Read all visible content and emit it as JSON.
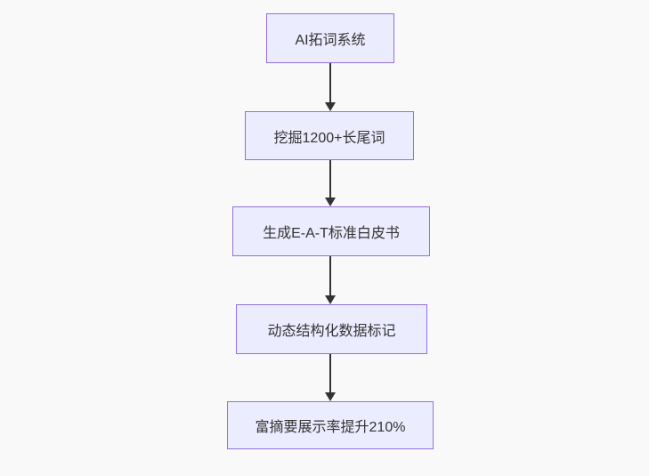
{
  "diagram": {
    "type": "flowchart",
    "direction": "top-down",
    "nodes": [
      {
        "id": "n1",
        "label": "AI拓词系统"
      },
      {
        "id": "n2",
        "label": "挖掘1200+长尾词"
      },
      {
        "id": "n3",
        "label": "生成E-A-T标准白皮书"
      },
      {
        "id": "n4",
        "label": "动态结构化数据标记"
      },
      {
        "id": "n5",
        "label": "富摘要展示率提升210%"
      }
    ],
    "edges": [
      {
        "from": "n1",
        "to": "n2"
      },
      {
        "from": "n2",
        "to": "n3"
      },
      {
        "from": "n3",
        "to": "n4"
      },
      {
        "from": "n4",
        "to": "n5"
      }
    ],
    "colors": {
      "background": "#f9f9f9",
      "node_fill": "#ECECFF",
      "node_border": "#9370DB",
      "text": "#333333",
      "arrow": "#333333"
    }
  }
}
